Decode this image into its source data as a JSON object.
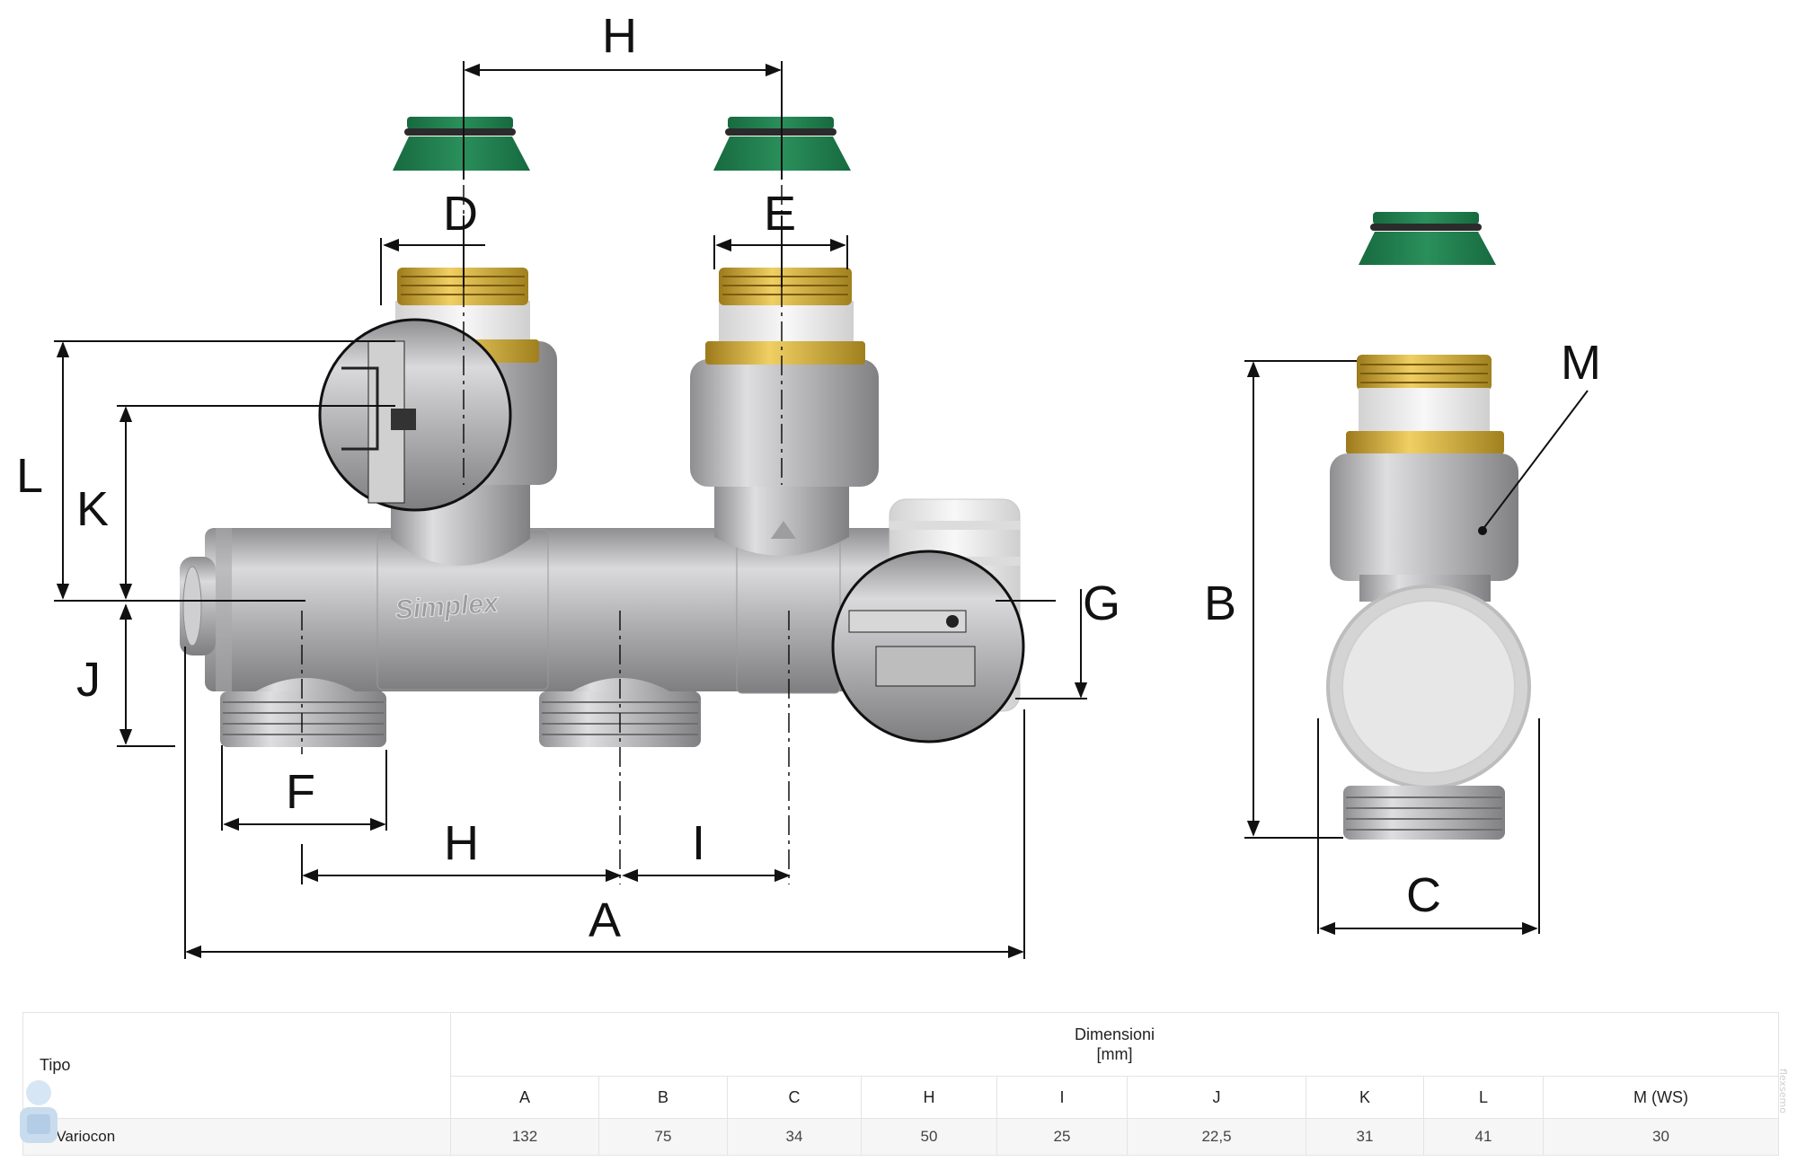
{
  "diagram": {
    "dimension_labels": {
      "A": "A",
      "B": "B",
      "C": "C",
      "D": "D",
      "E": "E",
      "F": "F",
      "G": "G",
      "H_top": "H",
      "H_bottom": "H",
      "I": "I",
      "J": "J",
      "K": "K",
      "L": "L",
      "M": "M"
    },
    "embossed_brand": "Simplex",
    "colors": {
      "nipple_green": "#1f7a4c",
      "brass": "#c9a233",
      "nickel": "#b8b8ba",
      "white_plastic": "#ebebeb",
      "line": "#111111"
    }
  },
  "table": {
    "tipo_header": "Tipo",
    "group_header_line1": "Dimensioni",
    "group_header_line2": "[mm]",
    "columns": [
      "A",
      "B",
      "C",
      "H",
      "I",
      "J",
      "K",
      "L",
      "M (WS)"
    ],
    "rows": [
      {
        "tipo": "VH Variocon",
        "values": [
          "132",
          "75",
          "34",
          "50",
          "25",
          "22,5",
          "31",
          "41",
          "30"
        ]
      }
    ]
  },
  "watermark": "flexsemo"
}
